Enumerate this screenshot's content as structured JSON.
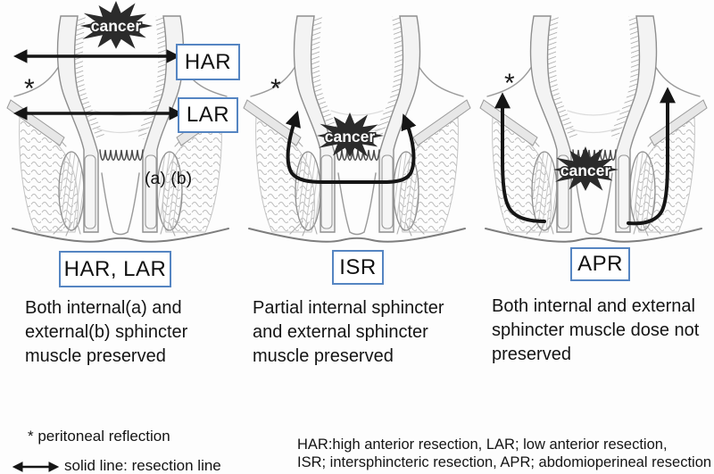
{
  "figure": {
    "background": "#fdfdfd",
    "accent_blue": "#5585c2",
    "star_color": "#2b2b2b",
    "line_color": "#151515"
  },
  "panels": [
    {
      "id": "har_lar",
      "box_label": "HAR, LAR",
      "description": "Both internal(a) and\nexternal(b) sphincter\nmuscle preserved",
      "cancer_label": "cancer",
      "asterisk": "*",
      "annotations": {
        "har": "HAR",
        "lar": "LAR",
        "ab": "(a) (b)"
      }
    },
    {
      "id": "isr",
      "box_label": "ISR",
      "description": "Partial internal sphincter\nand external sphincter\nmuscle preserved",
      "cancer_label": "cancer",
      "asterisk": "*"
    },
    {
      "id": "apr",
      "box_label": "APR",
      "description": "Both internal and external\nsphincter muscle dose not\npreserved",
      "cancer_label": "cancer",
      "asterisk": "*"
    }
  ],
  "legend": {
    "peritoneal": "* peritoneal reflection",
    "solid_line": "solid line: resection line",
    "abbreviations": "HAR:high anterior resection, LAR; low anterior resection,\nISR; intersphincteric resection, APR; abdomioperineal resection"
  }
}
